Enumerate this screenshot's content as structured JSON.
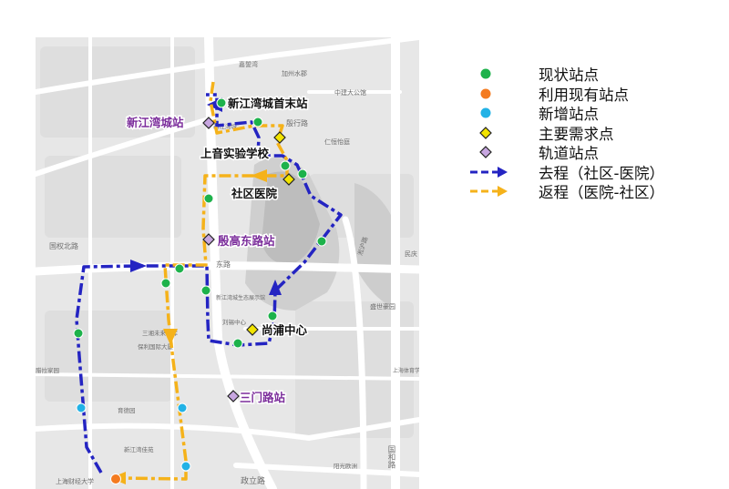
{
  "colors": {
    "existing_stop": "#1db24b",
    "reused_stop": "#f47b20",
    "new_stop": "#22b2e6",
    "demand_point": "#f2e400",
    "rail_station": "#c7a6e0",
    "outbound_route": "#2424c2",
    "return_route": "#f5b21a",
    "rail_label": "#7b2d9b"
  },
  "legend": [
    {
      "key": "existing_stop",
      "label": "现状站点"
    },
    {
      "key": "reused_stop",
      "label": "利用现有站点"
    },
    {
      "key": "new_stop",
      "label": "新增站点"
    },
    {
      "key": "demand_point",
      "label": "主要需求点"
    },
    {
      "key": "rail_station",
      "label": "轨道站点"
    },
    {
      "key": "outbound_route",
      "label": "去程（社区-医院）"
    },
    {
      "key": "return_route",
      "label": "返程（医院-社区）"
    }
  ],
  "map_labels": {
    "terminal": "新江湾城首末站",
    "rail_xjwc": "新江湾城站",
    "school": "上音实验学校",
    "hospital": "社区医院",
    "rail_ygdl": "殷高东路站",
    "shangpu": "尚浦中心",
    "rail_smlz": "三门路站"
  },
  "base_map_labels": {
    "jiashuiwa": "嘉誓湾",
    "jiazhou_water": "加州水郡",
    "zhongjian": "中建大公馆",
    "xinjiangwan_small": "新江湾城",
    "kexing_road": "殷行路",
    "renheng": "仁恒怡庭",
    "guoquan_north_road": "国权北路",
    "minqing": "民庆",
    "dong_road": "东路",
    "eco_hall": "新江湾城生态展示馆",
    "shanghai_road_vertical": "淞沪路",
    "dushi_ayuan": "盛世豪园",
    "liuyue": "刘锡中心",
    "sanxiang": "三湘未来海岸",
    "baoli": "保利国际大厦",
    "lapin": "腊拉家园",
    "shanghai_tiyu": "上海体育学院附属",
    "yuyuan": "育德园",
    "xjw_jiayuan": "新江湾佳苑",
    "guohe_road": "国和路",
    "zhengli_road": "政立路",
    "yangguang": "阳光欧洲",
    "caida": "上海财经大学"
  }
}
